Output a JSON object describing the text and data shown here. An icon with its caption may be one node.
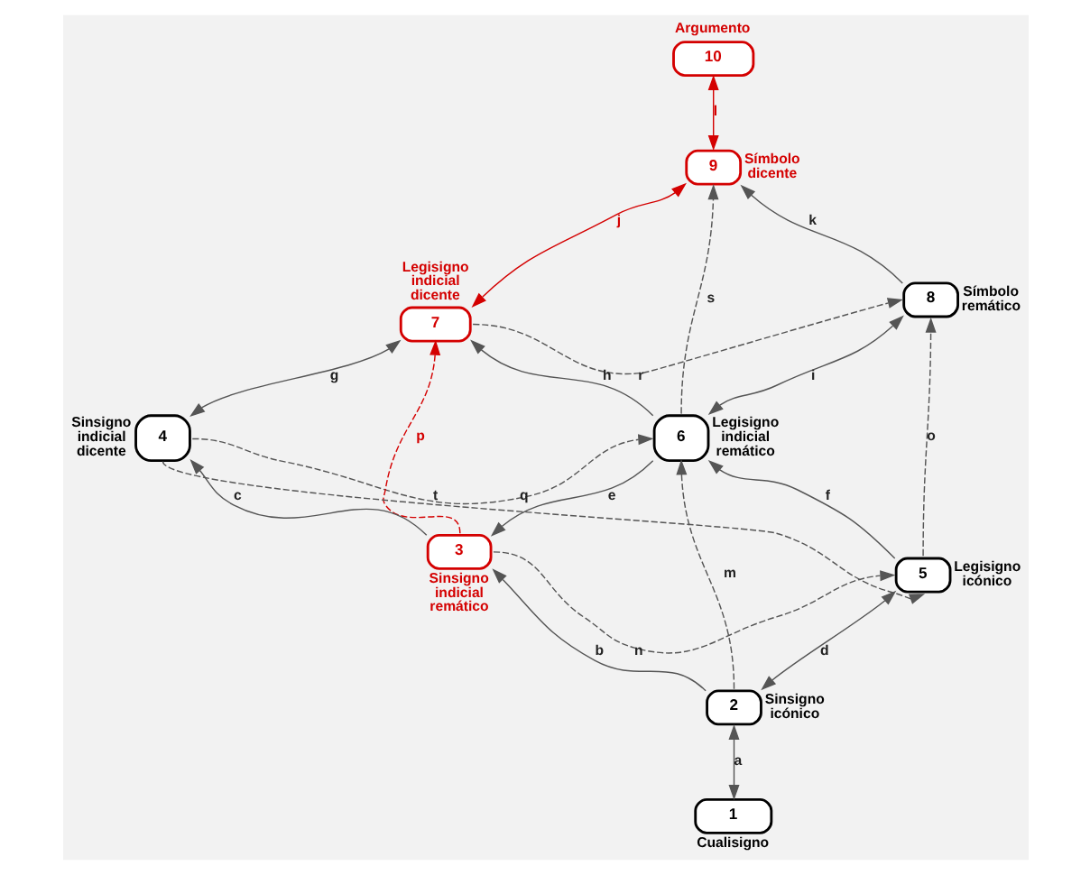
{
  "diagram": {
    "nodes": [
      {
        "text": [
          "10"
        ],
        "beside": [
          "Argumento"
        ]
      },
      {
        "text": [
          "9"
        ],
        "beside": [
          "Símbolo dicente"
        ]
      },
      {
        "text": [
          "7"
        ],
        "beside": [
          "Legisigno indicial dicente"
        ]
      },
      {
        "text": [
          "8"
        ],
        "beside": [
          "Símbolo remático"
        ]
      },
      {
        "text": [
          "4"
        ],
        "beside": [
          "Sinsigno indicial dicente"
        ]
      },
      {
        "text": [
          "6"
        ],
        "beside": [
          "Legisigno indicial remático"
        ]
      },
      {
        "text": [
          "3"
        ],
        "beside": [
          "Sinsigno indicial remático"
        ]
      },
      {
        "text": [
          "5"
        ],
        "beside": [
          "Legisigno icónico"
        ]
      },
      {
        "text": [
          "2"
        ],
        "beside": [
          "Sinsigno icónico"
        ]
      },
      {
        "text": [
          "1"
        ],
        "beside": [
          "Cualisigno"
        ]
      }
    ],
    "edges": [
      {
        "from": 9,
        "to": 8,
        "arrow": "both",
        "label": "a"
      },
      {
        "from": 8,
        "to": 6,
        "arrow": "to",
        "label": "b"
      },
      {
        "from": 6,
        "to": 4,
        "arrow": "to",
        "label": "c"
      },
      {
        "from": 8,
        "to": 7,
        "arrow": "both",
        "label": "d"
      },
      {
        "from": 5,
        "to": 6,
        "arrow": "to",
        "label": "e"
      },
      {
        "from": 7,
        "to": 5,
        "arrow": "to",
        "label": "f"
      },
      {
        "from": 4,
        "to": 2,
        "arrow": "both",
        "label": "g"
      },
      {
        "from": 5,
        "to": 2,
        "arrow": "to",
        "label": "h"
      },
      {
        "from": 5,
        "to": 3,
        "arrow": "both",
        "label": "i"
      },
      {
        "from": 2,
        "to": 1,
        "arrow": "both",
        "label": "j",
        "color": "#d40000"
      },
      {
        "from": 3,
        "to": 1,
        "arrow": "to",
        "label": "k"
      },
      {
        "from": 1,
        "to": 0,
        "arrow": "both",
        "label": "l",
        "color": "#d40000"
      },
      {
        "from": 8,
        "to": 5,
        "arrow": "to",
        "label": "m",
        "style": "dashed"
      },
      {
        "from": 6,
        "to": 7,
        "arrow": "to",
        "label": "n",
        "style": "dashed"
      },
      {
        "from": 7,
        "to": 3,
        "arrow": "to",
        "label": "o",
        "style": "dashed"
      },
      {
        "from": 6,
        "to": 2,
        "arrow": "to",
        "label": "p",
        "style": "dashed",
        "color": "#d40000"
      },
      {
        "from": 4,
        "to": 5,
        "arrow": "to",
        "label": "q",
        "style": "dashed"
      },
      {
        "from": 2,
        "to": 3,
        "arrow": "to",
        "label": "r",
        "style": "dashed"
      },
      {
        "from": 5,
        "to": 1,
        "arrow": "to",
        "label": "s",
        "style": "dashed"
      },
      {
        "from": 4,
        "to": 7,
        "arrow": "to",
        "label": "t",
        "style": "dashed"
      }
    ]
  }
}
